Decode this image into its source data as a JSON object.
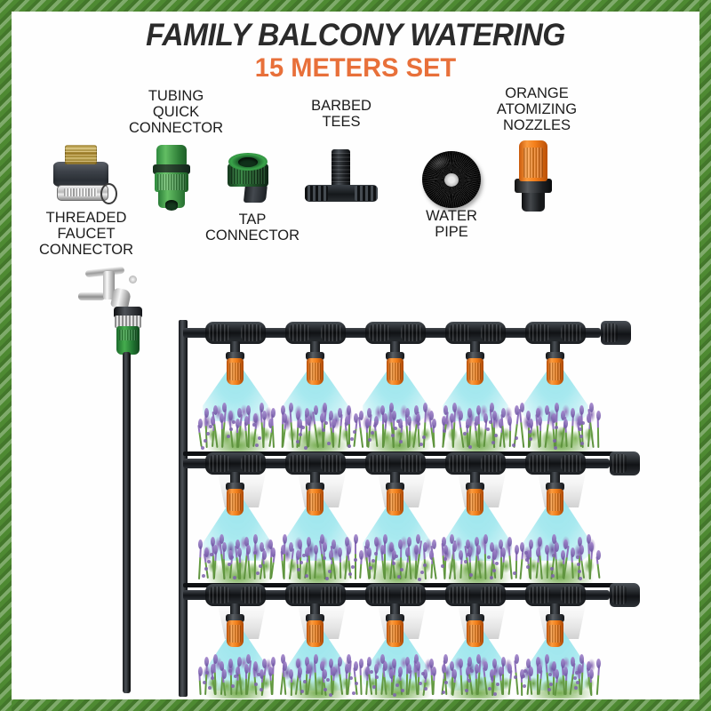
{
  "poster": {
    "title": "FAMILY BALCONY WATERING",
    "subtitle": "15 METERS SET",
    "title_color": "#2b2b2b",
    "subtitle_color": "#e8703a",
    "border_color": "#4e8a32",
    "background_color": "#ffffff"
  },
  "parts": [
    {
      "id": "threaded-faucet-connector",
      "label": "THREADED\nFAUCET\nCONNECTOR",
      "colors": [
        "#c9a63f",
        "#3c4148",
        "#d0d0d0"
      ]
    },
    {
      "id": "tubing-quick-connector",
      "label": "TUBING\nQUICK\nCONNECTOR",
      "colors": [
        "#2f8a3e",
        "#17301d"
      ]
    },
    {
      "id": "tap-connector",
      "label": "TAP\nCONNECTOR",
      "colors": [
        "#1b5c2a",
        "#39a349",
        "#1a1d20"
      ]
    },
    {
      "id": "barbed-tees",
      "label": "BARBED\nTEES",
      "colors": [
        "#15181b",
        "#4b5157"
      ]
    },
    {
      "id": "water-pipe",
      "label": "WATER\nPIPE",
      "colors": [
        "#111111",
        "#e9e9e9"
      ]
    },
    {
      "id": "orange-atomizing-nozzles",
      "label": "ORANGE\nATOMIZING\nNOZZLES",
      "colors": [
        "#f4801c",
        "#16181a"
      ]
    }
  ],
  "scene": {
    "faucet": {
      "name": "wall-tap-with-green-connector",
      "hose_color": "#1b1e22",
      "connector_color": "#1f7230"
    },
    "rack": {
      "frame_color": "#14161a",
      "rails": 3,
      "shelves": 2
    },
    "nozzle": {
      "tip_color": "#f2801b",
      "body_color": "#101215"
    },
    "spray": {
      "color": "#9de4ec",
      "cones_per_row": 5
    },
    "plant": {
      "name": "lavender",
      "flower_color": "#7e62ae",
      "foliage_color": "#6fa84a",
      "rows": 3
    },
    "pot": {
      "color": "#f2f2f2"
    },
    "rows": [
      {
        "index": 1,
        "nozzles": 5,
        "endcap": true
      },
      {
        "index": 2,
        "nozzles": 5,
        "endcap": true
      },
      {
        "index": 3,
        "nozzles": 5,
        "endcap": true
      }
    ]
  }
}
